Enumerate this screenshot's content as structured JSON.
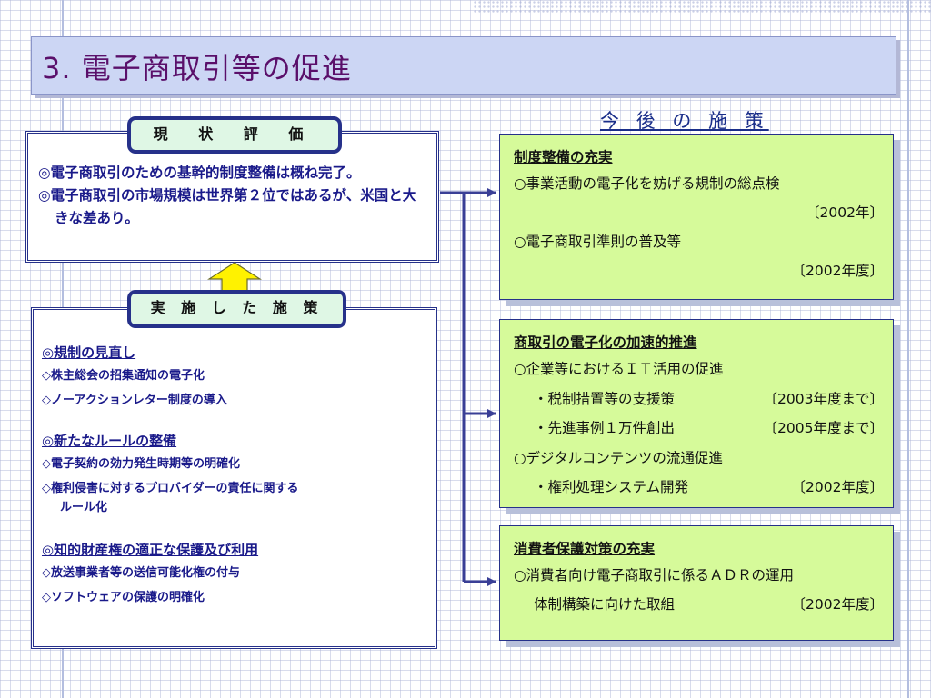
{
  "slide": {
    "title": "3. 電子商取引等の促進",
    "future_heading": "今 後 の 施 策"
  },
  "evaluation": {
    "label": "現 状 評 価",
    "items": [
      "◎電子商取引のための基幹的制度整備は概ね完了。",
      "◎電子商取引の市場規模は世界第２位ではあるが、米国と大きな差あり。"
    ]
  },
  "implemented": {
    "label": "実 施 し た 施 策",
    "sections": [
      {
        "heading": "◎規制の見直し",
        "items": [
          "◇株主総会の招集通知の電子化",
          "◇ノーアクションレター制度の導入"
        ]
      },
      {
        "heading": "◎新たなルールの整備",
        "items": [
          "◇電子契約の効力発生時期等の明確化",
          "◇権利侵害に対するプロバイダーの責任に関する",
          "ルール化"
        ]
      },
      {
        "heading": "◎知的財産権の適正な保護及び利用",
        "items": [
          "◇放送事業者等の送信可能化権の付与",
          "◇ソフトウェアの保護の明確化"
        ]
      }
    ]
  },
  "future": [
    {
      "title": "制度整備の充実",
      "rows": [
        {
          "text": "○事業活動の電子化を妨げる規制の総点検",
          "date": ""
        },
        {
          "text": "",
          "date": "〔2002年〕"
        },
        {
          "text": "○電子商取引準則の普及等",
          "date": ""
        },
        {
          "text": "",
          "date": "〔2002年度〕"
        }
      ]
    },
    {
      "title": "商取引の電子化の加速的推進",
      "rows": [
        {
          "text": "○企業等におけるＩＴ活用の促進",
          "date": ""
        },
        {
          "text": "・税制措置等の支援策",
          "date": "〔2003年度まで〕"
        },
        {
          "text": "・先進事例１万件創出",
          "date": "〔2005年度まで〕"
        },
        {
          "text": "○デジタルコンテンツの流通促進",
          "date": ""
        },
        {
          "text": "・権利処理システム開発",
          "date": "〔2002年度〕"
        }
      ]
    },
    {
      "title": "消費者保護対策の充実",
      "rows": [
        {
          "text": "○消費者向け電子商取引に係るＡＤＲの運用",
          "date": ""
        },
        {
          "text": "体制構築に向けた取組",
          "date": "〔2002年度〕"
        }
      ]
    }
  ],
  "colors": {
    "title_text": "#5a0f6a",
    "title_bar": "#ccd6f4",
    "border": "#26318a",
    "label_fill": "#dff7e5",
    "green_fill": "#d6fa9a",
    "arrow": "#3a3f96",
    "up_arrow": "#fff200"
  }
}
